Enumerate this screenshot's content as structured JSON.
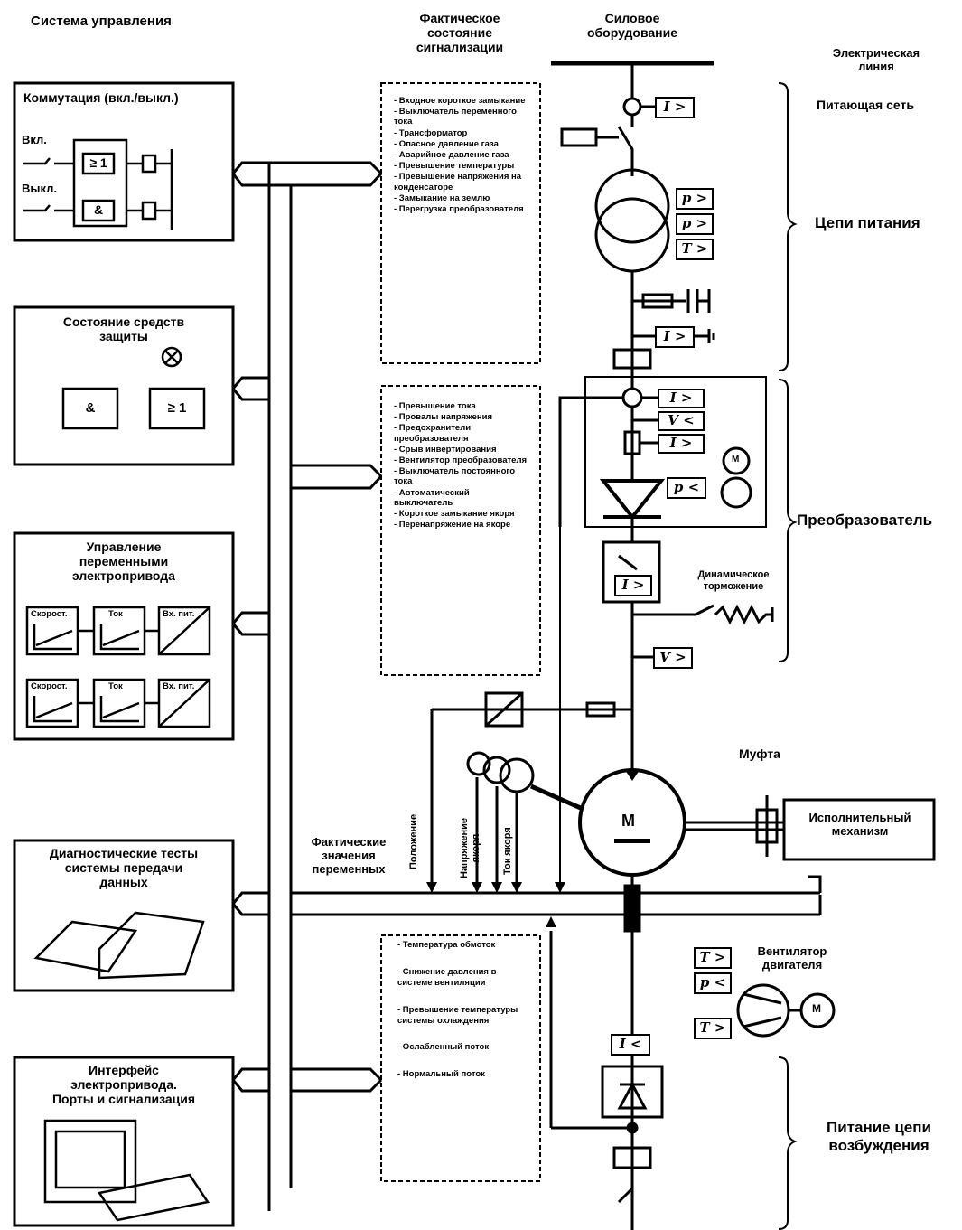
{
  "headers": {
    "control_system": "Система управления",
    "actual_states": "Фактическое\nсостояние\nсигнализации",
    "power_equipment": "Силовое\nоборудование",
    "electric_line": "Электрическая\nлиния"
  },
  "left_blocks": {
    "switching": {
      "title": "Коммутация (вкл./выкл.)",
      "on_label": "Вкл.",
      "off_label": "Выкл.",
      "or_gate": "≥ 1",
      "and_gate": "&"
    },
    "protection": {
      "title": "Состояние средств\nзащиты",
      "and_gate": "&",
      "or_gate": "≥ 1"
    },
    "drive_control": {
      "title": "Управление\nпеременными\nэлектропривода",
      "block_labels": [
        "Скорост.",
        "Ток",
        "Вх. пит."
      ]
    },
    "diagnostics": {
      "title": "Диагностические тесты\nсистемы передачи\nданных"
    },
    "interface": {
      "title": "Интерфейс\nэлектропривода.\nПорты и сигнализация"
    }
  },
  "signal_lists": {
    "supply": [
      "- Входное короткое замыкание",
      "- Выключатель переменного тока",
      "- Трансформатор",
      "- Опасное давление газа",
      "- Аварийное давление газа",
      "- Превышение температуры",
      "- Превышение напряжения на конденсаторе",
      "- Замыкание на землю",
      "- Перегрузка преобразователя"
    ],
    "converter": [
      "- Превышение тока",
      "- Провалы напряжения",
      "- Предохранители преобразователя",
      "- Срыв инвертирования",
      "- Вентилятор преобразователя",
      "- Выключатель постоянного тока",
      "- Автоматический выключатель",
      "- Короткое замыкание якоря",
      "- Перенапряжение на якоре"
    ],
    "excitation": [
      "- Температура обмоток",
      "- Снижение давления в системе вентиляции",
      "- Превышение температуры системы охлаждения",
      "- Ослабленный поток",
      "- Нормальный поток"
    ]
  },
  "right_labels": {
    "supply_network": "Питающая сеть",
    "supply_circuits": "Цепи питания",
    "converter": "Преобразователь",
    "excitation_supply": "Питание цепи\nвозбуждения"
  },
  "protection_symbols": {
    "i_gt": "I >",
    "p_gt": "p >",
    "t_gt": "T >",
    "v_lt": "V <",
    "p_lt": "p <",
    "v_gt": "V >",
    "i_lt": "I <"
  },
  "motor": {
    "letter": "M",
    "coupling": "Муфта",
    "mechanism": "Исполнительный\nмеханизм",
    "fan": "Вентилятор\nдвигателя",
    "fan_motor_letter": "M",
    "dynamic_braking": "Динамическое\nторможение"
  },
  "measurements": {
    "actual_values": "Фактические\nзначения\nпеременных",
    "position": "Положение",
    "armature_voltage": "Напряжение\nякоря",
    "armature_current": "Ток якоря"
  }
}
